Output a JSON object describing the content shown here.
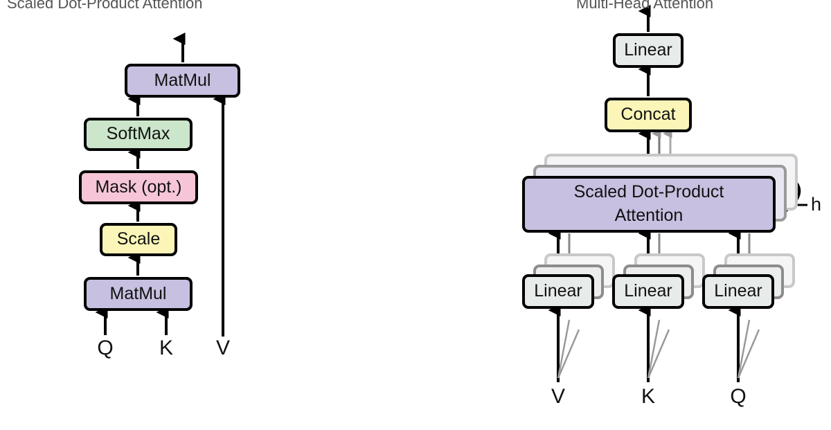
{
  "header": {
    "left_title": "Scaled Dot-Product Attention",
    "right_title": "Multi-Head Attention"
  },
  "left_diagram": {
    "matmul_top": "MatMul",
    "softmax": "SoftMax",
    "mask": "Mask (opt.)",
    "scale": "Scale",
    "matmul_bottom": "MatMul",
    "inputs": [
      "Q",
      "K",
      "V"
    ]
  },
  "right_diagram": {
    "linear_top": "Linear",
    "concat": "Concat",
    "attention_line1": "Scaled Dot-Product",
    "attention_line2": "Attention",
    "heads_label": "h",
    "linear_v": "Linear",
    "linear_k": "Linear",
    "linear_q": "Linear",
    "inputs": [
      "V",
      "K",
      "Q"
    ]
  },
  "colors": {
    "matmul": "#c7c0e0",
    "softmax": "#cbe6cb",
    "mask": "#f6c6d8",
    "scale": "#fbf6b7",
    "linear": "#e7ebe9",
    "concat": "#fbf6b7",
    "attention": "#c7c0e0"
  }
}
